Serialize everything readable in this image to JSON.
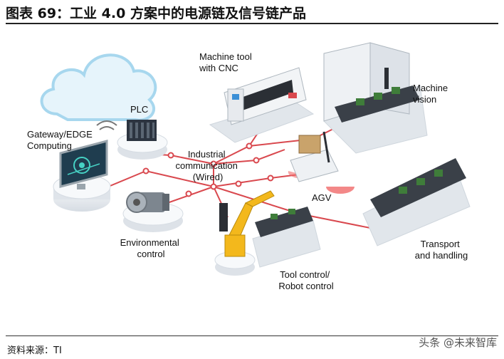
{
  "header": {
    "title": "图表 69：工业 4.0 方案中的电源链及信号链产品"
  },
  "diagram": {
    "labels": {
      "machine_tool": [
        "Machine tool",
        "with CNC"
      ],
      "machine_vision": [
        "Machine",
        "vision"
      ],
      "plc": "PLC",
      "gateway": [
        "Gateway/EDGE",
        "Computing"
      ],
      "industrial_comm": [
        "Industrial",
        "communication",
        "(Wired)"
      ],
      "agv": "AGV",
      "environmental": [
        "Environmental",
        "control"
      ],
      "transport": [
        "Transport",
        "and handling"
      ],
      "tool_control": [
        "Tool control/",
        "Robot control"
      ]
    },
    "colors": {
      "network": "#d9484e",
      "platform": "#e9edf2",
      "cloud": "#a7d7ee",
      "robot": "#f3b81c"
    }
  },
  "footer": {
    "source": "资料来源：TI",
    "watermark": "头条 @未来智库"
  }
}
